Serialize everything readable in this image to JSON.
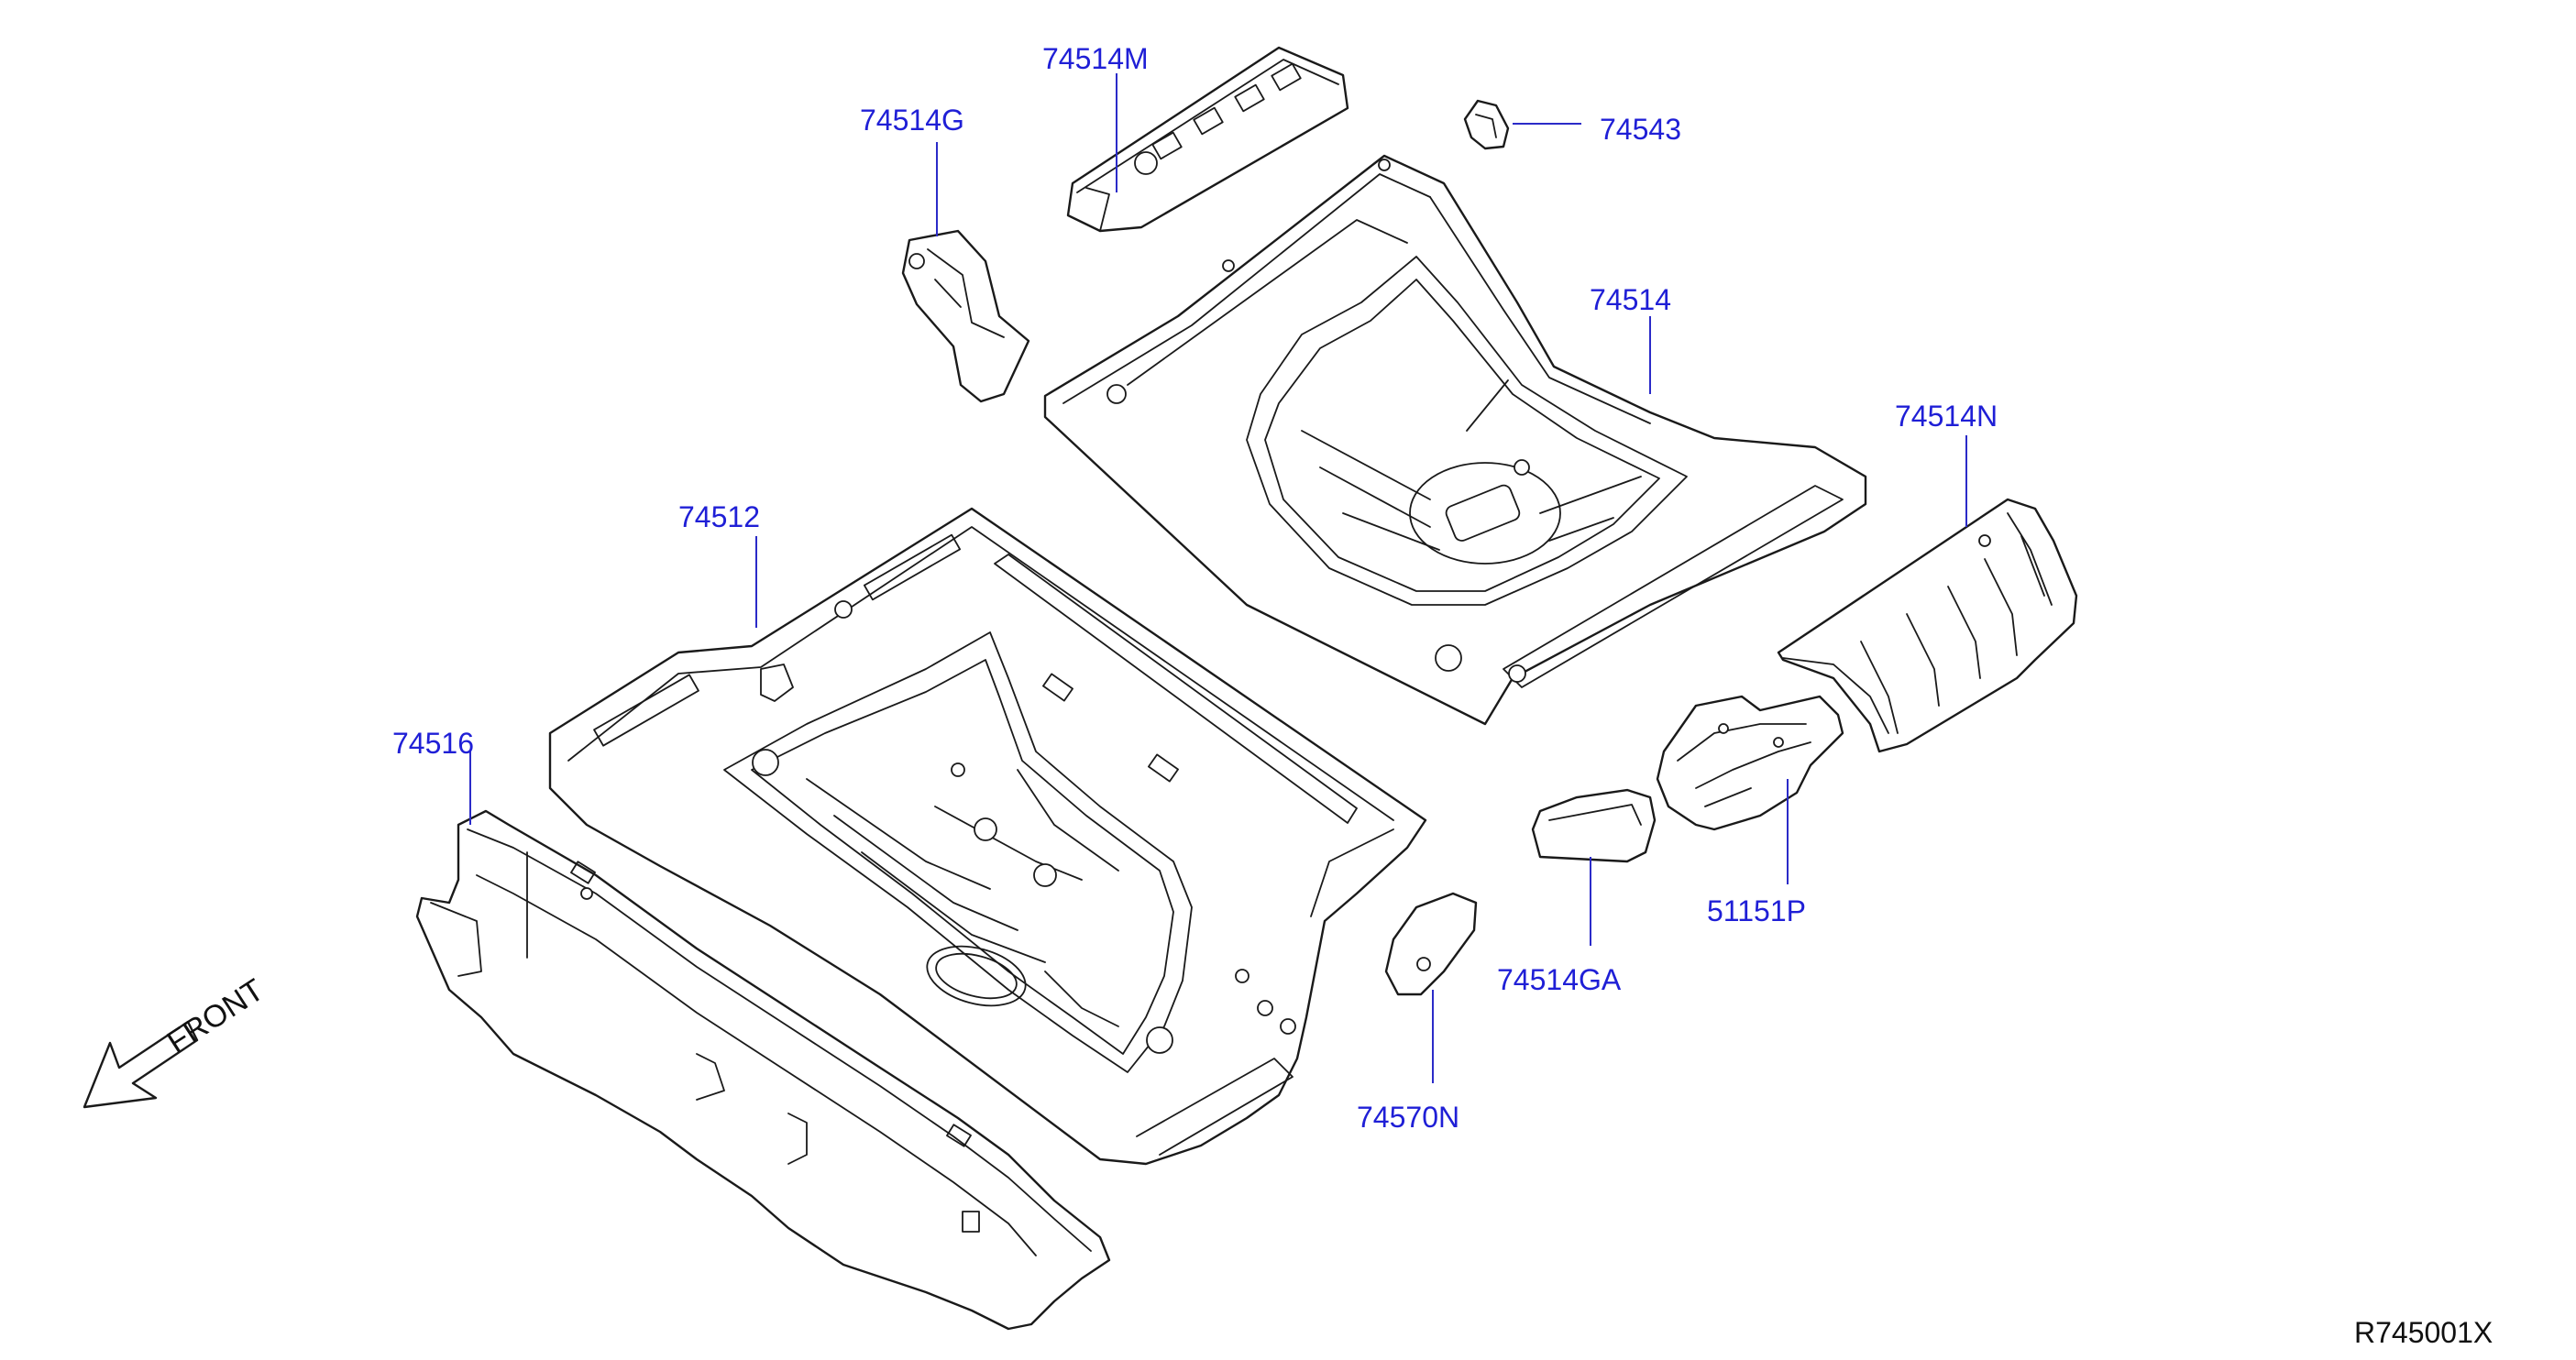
{
  "colors": {
    "callout": "#1f1fd6",
    "leader": "#2b2bc8",
    "line": "#1a1a1a",
    "background": "#ffffff"
  },
  "direction_label": "FRONT",
  "diagram_code": "R745001X",
  "callouts": {
    "c74514M": "74514M",
    "c74514G": "74514G",
    "c74543": "74543",
    "c74514": "74514",
    "c74514N": "74514N",
    "c74512": "74512",
    "c74516": "74516",
    "c51151P": "51151P",
    "c74514GA": "74514GA",
    "c74570N": "74570N"
  }
}
